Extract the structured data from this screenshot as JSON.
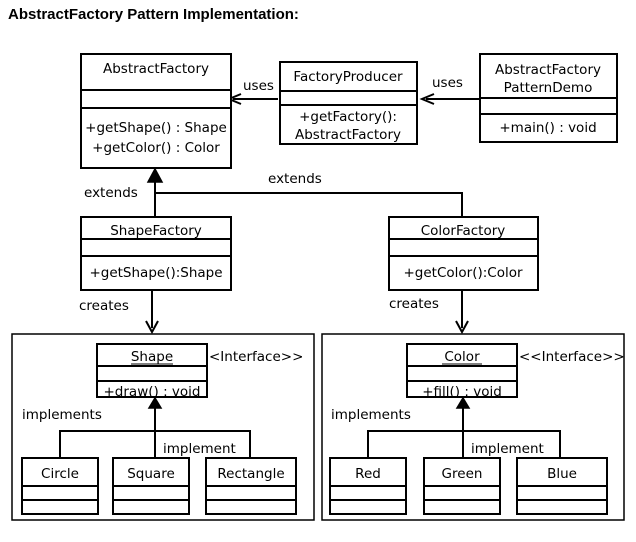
{
  "page": {
    "title": "AbstractFactory Pattern Implementation:"
  },
  "abstract_factory": {
    "name": "AbstractFactory",
    "methods": [
      "+getShape() : Shape",
      "+getColor() : Color"
    ]
  },
  "factory_producer": {
    "name": "FactoryProducer",
    "methods": [
      "+getFactory():",
      "AbstractFactory"
    ]
  },
  "demo": {
    "name_line1": "AbstractFactory",
    "name_line2": "PatternDemo",
    "methods": [
      "+main() : void"
    ]
  },
  "shape_factory": {
    "name": "ShapeFactory",
    "methods": [
      "+getShape():Shape"
    ]
  },
  "color_factory": {
    "name": "ColorFactory",
    "methods": [
      "+getColor():Color"
    ]
  },
  "shape_interface": {
    "name": "Shape",
    "stereotype": "<Interface>>",
    "methods": [
      "+draw() : void"
    ],
    "implementations": [
      "Circle",
      "Square",
      "Rectangle"
    ]
  },
  "color_interface": {
    "name": "Color",
    "stereotype": "<<Interface>>",
    "methods": [
      "+fill() : void"
    ],
    "implementations": [
      "Red",
      "Green",
      "Blue"
    ]
  },
  "labels": {
    "uses_left": "uses",
    "uses_right": "uses",
    "extends_left": "extends",
    "extends_right": "extends",
    "creates_left": "creates",
    "creates_right": "creates",
    "implements_left": "implements",
    "implements_right": "implements",
    "implement_left": "implement",
    "implement_right": "implement"
  }
}
